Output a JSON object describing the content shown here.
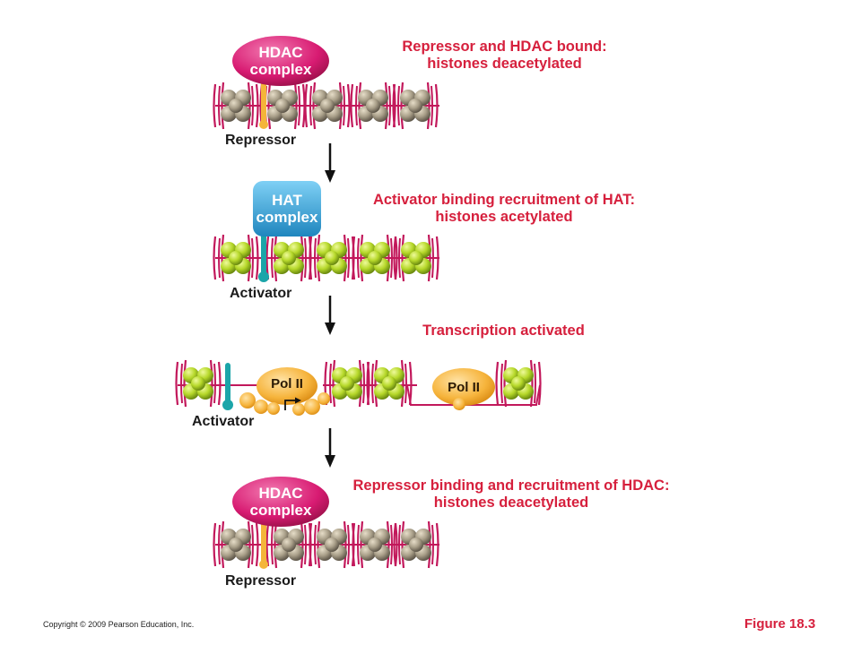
{
  "steps": [
    {
      "caption_line1": "Repressor and HDAC bound:",
      "caption_line2": "histones deacetylated",
      "complex_line1": "HDAC",
      "complex_line2": "complex",
      "factor_label": "Repressor"
    },
    {
      "caption_line1": "Activator binding recruitment of HAT:",
      "caption_line2": "histones acetylated",
      "complex_line1": "HAT",
      "complex_line2": "complex",
      "factor_label": "Activator"
    },
    {
      "caption_line1": "Transcription activated",
      "factor_label": "Activator",
      "polymerase_label": "Pol II"
    },
    {
      "caption_line1": "Repressor binding and recruitment of HDAC:",
      "caption_line2": "histones deacetylated",
      "complex_line1": "HDAC",
      "complex_line2": "complex",
      "factor_label": "Repressor"
    }
  ],
  "footer": {
    "copyright": "Copyright © 2009 Pearson Education, Inc.",
    "figure_label": "Figure 18.3"
  },
  "colors": {
    "caption": "#d6203d",
    "dna": "#c2185b",
    "hdac": "#d81b72",
    "hat": "#2e9ad0",
    "repressor": "#f4b53a",
    "activator": "#1ba5a9",
    "histone_deacetylated": "#a89e88",
    "histone_acetylated": "#b6d82a",
    "pol_ii": "#f6b43c"
  }
}
